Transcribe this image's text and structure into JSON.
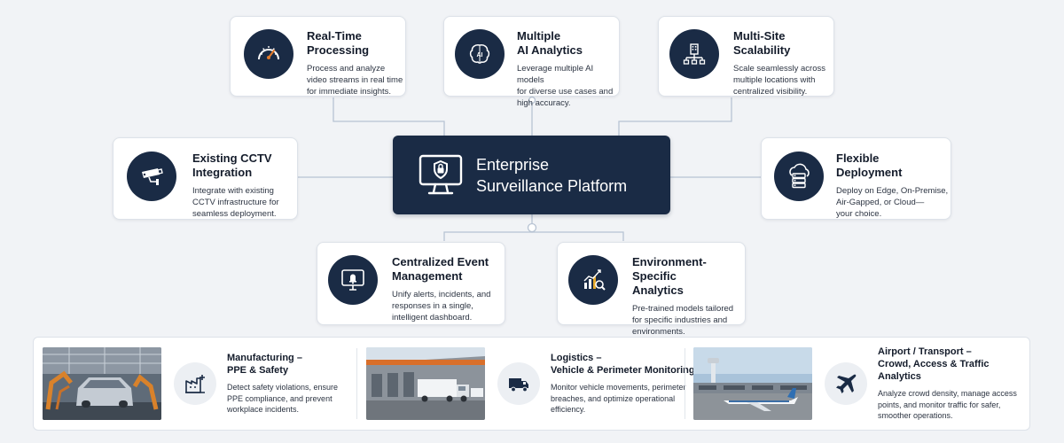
{
  "colors": {
    "navy": "#1a2b45",
    "connector": "#b7c3d3",
    "background": "#f1f3f6",
    "accent_orange": "#e07a2c"
  },
  "center": {
    "title": "Enterprise\nSurveillance Platform",
    "icon": "secure-monitor-icon"
  },
  "features": {
    "realtime": {
      "title": "Real-Time\nProcessing",
      "desc": "Process and analyze\nvideo streams in real time\nfor immediate insights.",
      "icon": "speedometer-icon"
    },
    "ai": {
      "title": "Multiple\nAI Analytics",
      "desc": "Leverage multiple AI models\nfor diverse use cases and\nhigh accuracy.",
      "icon": "ai-brain-icon"
    },
    "scalability": {
      "title": "Multi-Site\nScalability",
      "desc": "Scale seamlessly across\nmultiple locations with\ncentralized visibility.",
      "icon": "network-building-icon"
    },
    "cctv": {
      "title": "Existing CCTV\nIntegration",
      "desc": "Integrate with existing\nCCTV infrastructure for\nseamless deployment.",
      "icon": "cctv-camera-icon"
    },
    "deployment": {
      "title": "Flexible\nDeployment",
      "desc": "Deploy on Edge, On-Premise,\nAir-Gapped, or Cloud—\nyour choice.",
      "icon": "cloud-server-icon"
    },
    "events": {
      "title": "Centralized Event\nManagement",
      "desc": "Unify alerts, incidents, and\nresponses in a single,\nintelligent dashboard.",
      "icon": "alert-monitor-icon"
    },
    "env": {
      "title": "Environment-Specific\nAnalytics",
      "desc": "Pre-trained models tailored\nfor specific industries and\nenvironments.",
      "icon": "analytics-chart-icon"
    }
  },
  "industries": [
    {
      "title": "Manufacturing –\nPPE & Safety",
      "desc": "Detect safety violations, ensure\nPPE compliance, and prevent\nworkplace incidents.",
      "icon": "factory-icon",
      "photo": "factory-robots-photo"
    },
    {
      "title": "Logistics –\nVehicle & Perimeter Monitoring",
      "desc": "Monitor vehicle movements, perimeter\nbreaches, and optimize operational\nefficiency.",
      "icon": "truck-icon",
      "photo": "warehouse-trucks-photo"
    },
    {
      "title": "Airport / Transport –\nCrowd, Access & Traffic Analytics",
      "desc": "Analyze crowd density, manage access\npoints, and monitor traffic for safer,\nsmoother operations.",
      "icon": "airplane-icon",
      "photo": "airport-plane-photo"
    }
  ]
}
